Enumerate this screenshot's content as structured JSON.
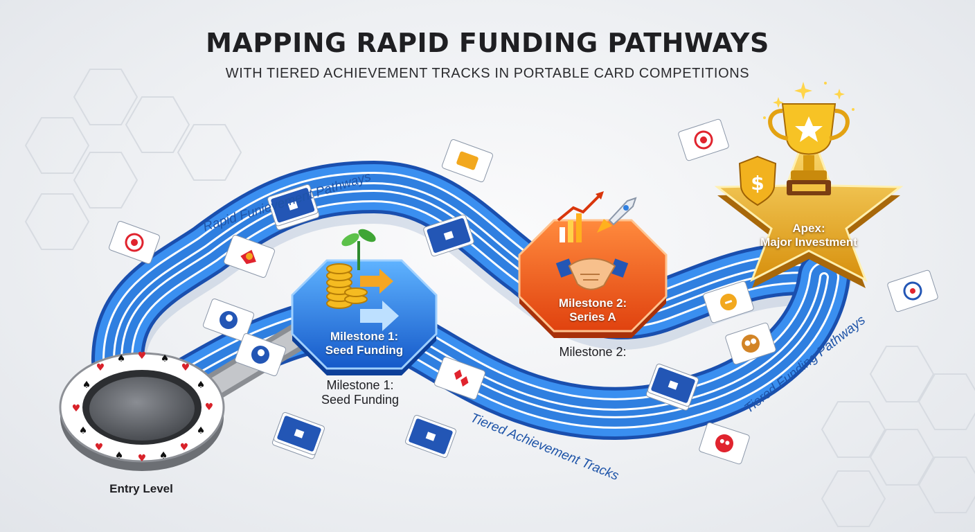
{
  "header": {
    "title": "MAPPING RAPID FUNDING PATHWAYS",
    "subtitle": "WITH TIERED ACHIEVEMENT TRACKS IN PORTABLE CARD COMPETITIONS"
  },
  "track_labels": {
    "upper_left": "Rapid Funievement Pathways",
    "bottom": "Tiered Achievement Tracks",
    "right": "Tiered Funding Pathways"
  },
  "entry": {
    "label": "Entry Level"
  },
  "milestone_1": {
    "badge_line1": "Milestone 1:",
    "badge_line2": "Seed Funding",
    "caption_line1": "Milestone 1:",
    "caption_line2": "Seed Funding",
    "color": "#1e78e0"
  },
  "milestone_2": {
    "badge_line1": "Milestone 2:",
    "badge_line2": "Series A",
    "caption": "Milestone 2:",
    "color": "#f25a1e"
  },
  "apex": {
    "line1": "Apex:",
    "line2": "Major Investment",
    "color": "#f3b51c"
  },
  "colors": {
    "track": "#2f7fe0",
    "track_dark": "#1a4fae",
    "card_red": "#e0242e",
    "card_blue": "#2356b5"
  },
  "icons": [
    "sprout-icon",
    "coin-stack-icon",
    "arrow-icon",
    "handshake-icon",
    "rocket-icon",
    "growth-chart-icon",
    "trophy-icon",
    "dollar-shield-icon",
    "target-icon"
  ]
}
